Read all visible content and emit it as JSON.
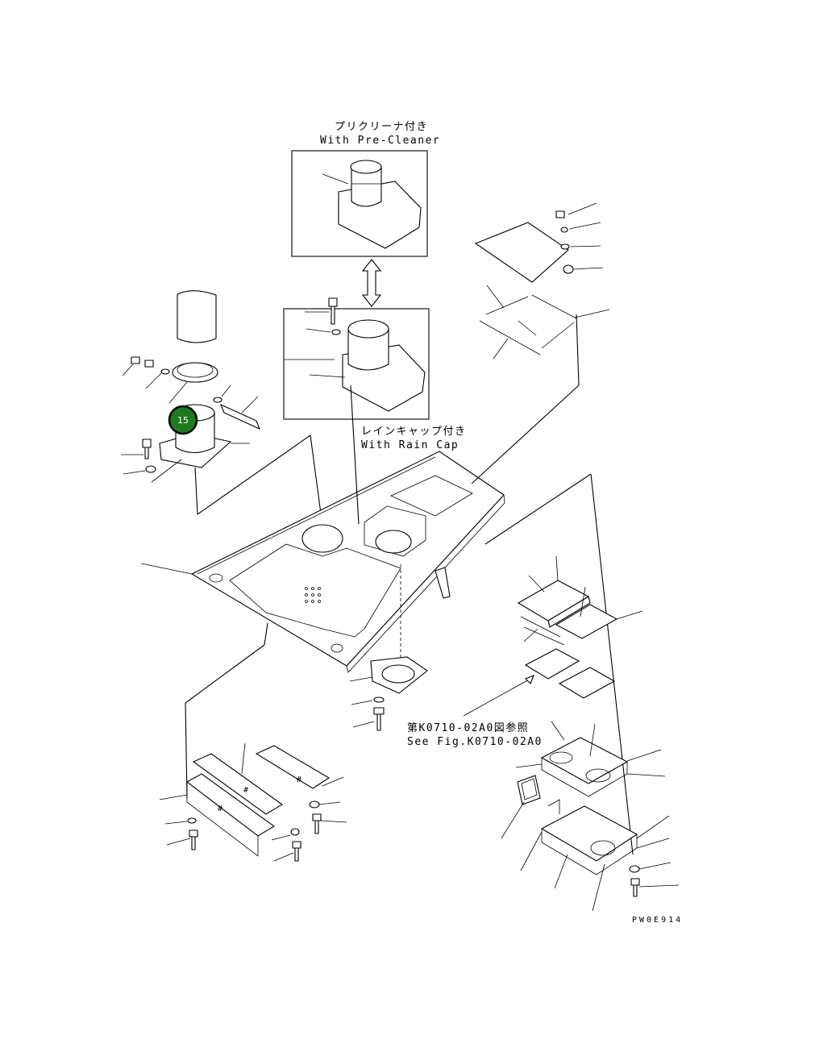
{
  "labels": {
    "pre_cleaner_jp": "プリクリーナ付き",
    "pre_cleaner_en": "With Pre-Cleaner",
    "rain_cap_jp": "レインキャップ付き",
    "rain_cap_en": "With Rain Cap",
    "fig_ref_jp": "第K0710-02A0図参照",
    "fig_ref_en": "See Fig.K0710-02A0",
    "drawing_code": "PW0E914"
  },
  "callout": {
    "number": "15",
    "color": "#1f7a1f"
  }
}
